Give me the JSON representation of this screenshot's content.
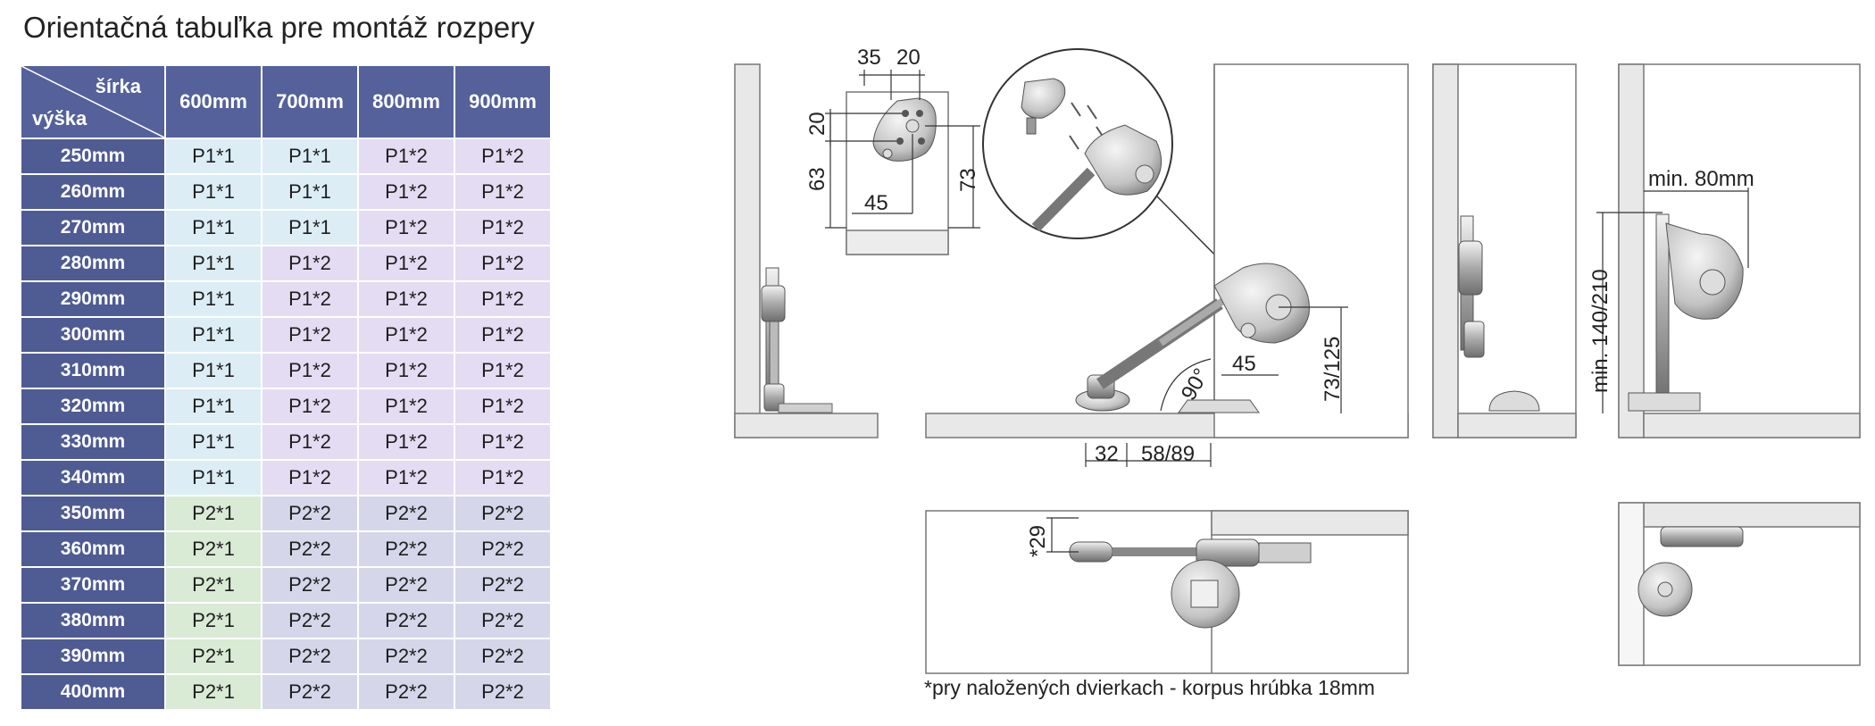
{
  "title": "Orientačná tabuľka pre montáž rozpery",
  "table": {
    "corner_width_label": "šírka",
    "corner_height_label": "výška",
    "columns": [
      "600mm",
      "700mm",
      "800mm",
      "900mm"
    ],
    "rows": [
      {
        "height": "250mm",
        "cells": [
          "P1*1",
          "P1*1",
          "P1*2",
          "P1*2"
        ]
      },
      {
        "height": "260mm",
        "cells": [
          "P1*1",
          "P1*1",
          "P1*2",
          "P1*2"
        ]
      },
      {
        "height": "270mm",
        "cells": [
          "P1*1",
          "P1*1",
          "P1*2",
          "P1*2"
        ]
      },
      {
        "height": "280mm",
        "cells": [
          "P1*1",
          "P1*2",
          "P1*2",
          "P1*2"
        ]
      },
      {
        "height": "290mm",
        "cells": [
          "P1*1",
          "P1*2",
          "P1*2",
          "P1*2"
        ]
      },
      {
        "height": "300mm",
        "cells": [
          "P1*1",
          "P1*2",
          "P1*2",
          "P1*2"
        ]
      },
      {
        "height": "310mm",
        "cells": [
          "P1*1",
          "P1*2",
          "P1*2",
          "P1*2"
        ]
      },
      {
        "height": "320mm",
        "cells": [
          "P1*1",
          "P1*2",
          "P1*2",
          "P1*2"
        ]
      },
      {
        "height": "330mm",
        "cells": [
          "P1*1",
          "P1*2",
          "P1*2",
          "P1*2"
        ]
      },
      {
        "height": "340mm",
        "cells": [
          "P1*1",
          "P1*2",
          "P1*2",
          "P1*2"
        ]
      },
      {
        "height": "350mm",
        "cells": [
          "P2*1",
          "P2*2",
          "P2*2",
          "P2*2"
        ]
      },
      {
        "height": "360mm",
        "cells": [
          "P2*1",
          "P2*2",
          "P2*2",
          "P2*2"
        ]
      },
      {
        "height": "370mm",
        "cells": [
          "P2*1",
          "P2*2",
          "P2*2",
          "P2*2"
        ]
      },
      {
        "height": "380mm",
        "cells": [
          "P2*1",
          "P2*2",
          "P2*2",
          "P2*2"
        ]
      },
      {
        "height": "390mm",
        "cells": [
          "P2*1",
          "P2*2",
          "P2*2",
          "P2*2"
        ]
      },
      {
        "height": "400mm",
        "cells": [
          "P2*1",
          "P2*2",
          "P2*2",
          "P2*2"
        ]
      }
    ]
  },
  "colors": {
    "header": "#54619a",
    "P1*1": "#dcedf6",
    "P1*2": "#e4dcf2",
    "P2*1": "#d9ead5",
    "P2*2": "#d6d6ea"
  },
  "dimensions": {
    "plate_top_a": "35",
    "plate_top_b": "20",
    "plate_left_small": "20",
    "plate_left_tall": "63",
    "plate_bottom": "45",
    "plate_right": "73",
    "angle": "90°",
    "offset_45": "45",
    "height_73_125": "73/125",
    "bottom_32": "32",
    "bottom_58_89": "58/89",
    "min_80": "min. 80mm",
    "min_height": "min. 140/210",
    "star_29": "*29"
  },
  "footnote": "*pry naložených dvierkach - korpus hrúbka 18mm"
}
